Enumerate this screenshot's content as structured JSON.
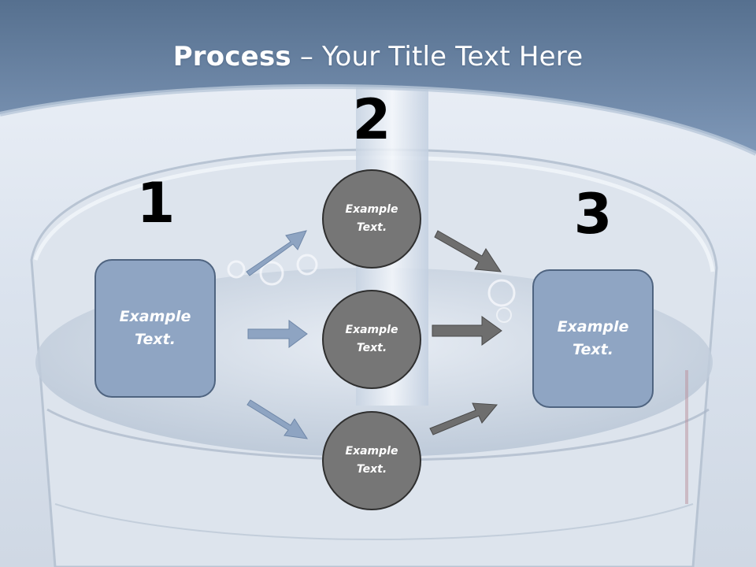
{
  "slide": {
    "title_bold": "Process",
    "title_rest": " – Your Title Text Here"
  },
  "steps": {
    "step1": {
      "number": "1",
      "text": "Example Text."
    },
    "step2": {
      "number": "2",
      "circles": [
        {
          "text": "Example Text."
        },
        {
          "text": "Example Text."
        },
        {
          "text": "Example Text."
        }
      ]
    },
    "step3": {
      "number": "3",
      "text": "Example Text."
    }
  },
  "colors": {
    "header_band": "#6a86a8",
    "box_fill": "#8fa5c3",
    "circle_fill": "#767676",
    "arrow_blue": "#8ea4c2",
    "arrow_gray": "#6e6e6e"
  }
}
